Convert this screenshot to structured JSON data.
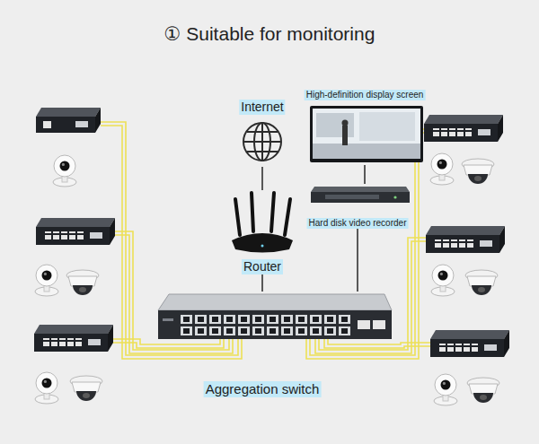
{
  "diagram": {
    "title": "① Suitable for monitoring",
    "nodes": [
      {
        "text": [
          "High-definition display screen"
        ]
      },
      {
        "text": [
          "Internet"
        ]
      },
      {
        "text": [
          "Hard disk video recorder"
        ]
      },
      {
        "text": [
          "Router"
        ]
      },
      {
        "text": [
          "Aggregation switch"
        ]
      }
    ],
    "edges": [
      {
        "from": 1,
        "to": 3,
        "arrow": "none"
      },
      {
        "from": 0,
        "to": 2,
        "arrow": "none"
      },
      {
        "from": 3,
        "to": 4,
        "arrow": "none"
      },
      {
        "from": 2,
        "to": 4,
        "arrow": "none"
      }
    ]
  }
}
